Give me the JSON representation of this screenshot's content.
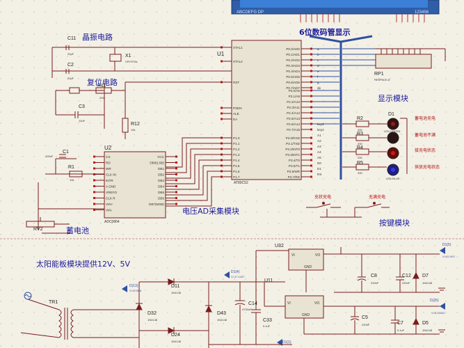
{
  "title": "6位数码管显示",
  "lcd": {
    "left_text": "ABCDEFG DP",
    "right_text": "123456"
  },
  "blocks": {
    "crystal": "晶振电路",
    "reset": "复位电路",
    "display": "显示模块",
    "adc": "电压AD采集模块",
    "battery": "蓄电池",
    "keys": "按键模块",
    "solar": "太阳能板模块提供12V、5V"
  },
  "components": {
    "c11": "C11",
    "c11_val": "22pF",
    "c2": "C2",
    "c2_val": "22pF",
    "x1": "X1",
    "x1_val": "CRYSTAL",
    "r11": "R11",
    "r11_val": "200",
    "c3": "C3",
    "c3_val": "10uF",
    "r12": "R12",
    "r12_val": "10k",
    "c1": "C1",
    "c1_val": "100nF",
    "r1": "R1",
    "r1_val": "10k",
    "rv2": "RV2",
    "u1": "U1",
    "u1_part": "AT89C52",
    "u2": "U2",
    "u2_part": "ADC0804",
    "rp1": "RP1",
    "rp1_val": "RESPACK-8",
    "r2": "R2",
    "r3": "R3",
    "r4": "R4",
    "r5": "R5",
    "rval": "330",
    "d1": "D1",
    "d1_part": "LED-GREEN",
    "d_blue": "LED-BLUE",
    "led1": "蓄电池充电",
    "led2": "蓄电池不满",
    "led3": "接充电状态",
    "led4": "供放充电状态",
    "sw1": "充状充电",
    "sw2": "无满充电",
    "u32": "U32",
    "u11": "U11",
    "vi": "VI",
    "vo": "VO",
    "gnd": "GND",
    "c8": "C8",
    "c8_val": "220nF",
    "c12": "C12",
    "c12_val": "220nF",
    "d7": "D7",
    "d7_val": "1N4148",
    "c14": "C14",
    "c14_val": "4700uF",
    "c33": "C33",
    "c33_val": "0.1uF",
    "c5": "C5",
    "c5_val": "220nF",
    "c7": "C7",
    "c7_val": "0.1uF",
    "d5": "D5",
    "d5_val": "1N4148",
    "d11": "D11",
    "d32": "D32",
    "d43": "D43",
    "d24": "D24",
    "diode_val": "1N4148",
    "tr1": "TR1",
    "probe1": "D1(5)",
    "probe1_v": "V=12.0V2",
    "probe2": "D1(4)",
    "probe2_v": "V=17.1447",
    "probe3": "D(13)",
    "probe3_v": "V=0.0526",
    "probe4": "D(25)",
    "probe4_v": "V=5.00042",
    "probe5": "D1(1)"
  },
  "u1_left_pins": [
    "XTAL1",
    "XTAL2",
    "RST",
    "PSEN",
    "ALE",
    "EA",
    "P1.0",
    "P1.1",
    "P1.2",
    "P1.3",
    "P1.4",
    "P1.5",
    "P1.6",
    "P1.7"
  ],
  "u1_right_pins": [
    "P0.0/AD0",
    "P0.1/AD1",
    "P0.2/AD2",
    "P0.3/AD3",
    "P0.4/AD4",
    "P0.5/AD5",
    "P0.6/AD6",
    "P0.7/AD7",
    "P2.0/A8",
    "P2.1/A9",
    "P2.2/A10",
    "P2.3/A11",
    "P2.4/A12",
    "P2.5/A13",
    "P2.6/A14",
    "P2.7/A15",
    "P3.0/RXD",
    "P3.1/TXD",
    "P3.2/INT0",
    "P3.3/INT1",
    "P3.4/T0",
    "P3.5/T1",
    "P3.6/WR",
    "P3.7/RD"
  ],
  "u2_left_pins": [
    "CS",
    "RD",
    "WR",
    "CLK IN",
    "INTR",
    "A GND",
    "VREF/2",
    "CLK R",
    "VIN+",
    "VIN-"
  ],
  "u2_right_pins": [
    "VCC",
    "DB0(LSB)",
    "DB1",
    "DB2",
    "DB3",
    "DB4",
    "DB5",
    "DB6",
    "DB7(MSB)"
  ],
  "net_labels": [
    "a",
    "b",
    "c",
    "d",
    "e",
    "f",
    "g",
    "dp",
    "key1",
    "key2",
    "A1",
    "A2",
    "A3",
    "A4",
    "A5",
    "D0",
    "D1",
    "RS"
  ]
}
